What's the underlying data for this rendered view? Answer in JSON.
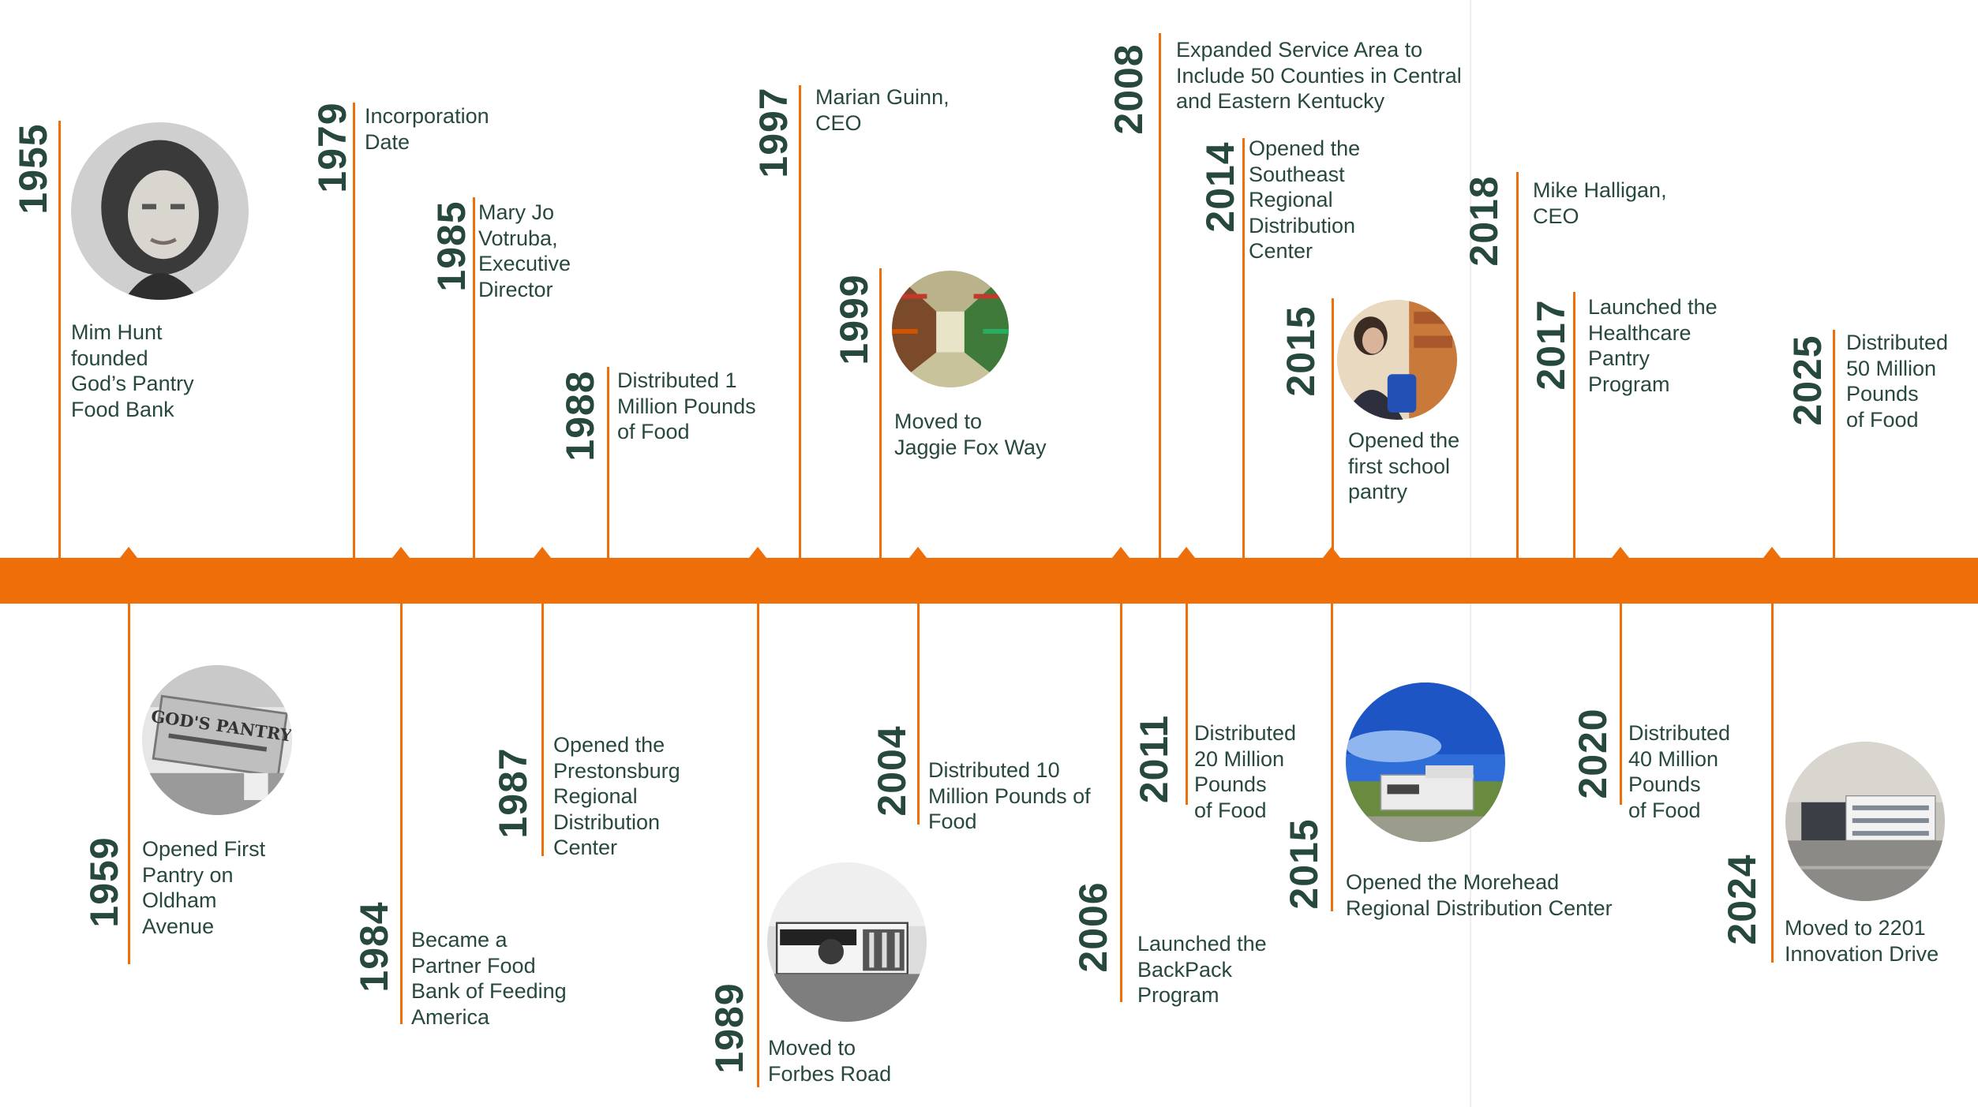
{
  "colors": {
    "accent": "#ee6f0a",
    "text": "#27483d",
    "background": "#ffffff"
  },
  "milestones": {
    "m1955": {
      "year": "1955",
      "text": "Mim Hunt\nfounded\nGod’s Pantry\nFood Bank"
    },
    "m1959": {
      "year": "1959",
      "text": "Opened First\nPantry on\nOldham\nAvenue"
    },
    "m1979": {
      "year": "1979",
      "text": "Incorporation\nDate"
    },
    "m1984": {
      "year": "1984",
      "text": "Became a\nPartner Food\nBank of Feeding\nAmerica"
    },
    "m1985": {
      "year": "1985",
      "text": "Mary Jo\nVotruba,\nExecutive\nDirector"
    },
    "m1987": {
      "year": "1987",
      "text": "Opened the\nPrestonsburg\nRegional\nDistribution\nCenter"
    },
    "m1988": {
      "year": "1988",
      "text": "Distributed 1\nMillion Pounds\nof Food"
    },
    "m1989": {
      "year": "1989",
      "text": "Moved to\nForbes Road"
    },
    "m1997": {
      "year": "1997",
      "text": "Marian Guinn,\nCEO"
    },
    "m1999": {
      "year": "1999",
      "text": "Moved to\nJaggie Fox Way"
    },
    "m2004": {
      "year": "2004",
      "text": "Distributed 10\nMillion Pounds of\nFood"
    },
    "m2006": {
      "year": "2006",
      "text": "Launched the\nBackPack\nProgram"
    },
    "m2008": {
      "year": "2008",
      "text": "Expanded Service Area to\nInclude 50 Counties in Central\nand Eastern Kentucky"
    },
    "m2011": {
      "year": "2011",
      "text": "Distributed\n20 Million\nPounds\nof Food"
    },
    "m2014": {
      "year": "2014",
      "text": "Opened the\nSoutheast\nRegional\nDistribution\nCenter"
    },
    "m2015a": {
      "year": "2015",
      "text": "Opened the\nfirst school\npantry"
    },
    "m2015b": {
      "year": "2015",
      "text": "Opened the Morehead\nRegional Distribution Center"
    },
    "m2017": {
      "year": "2017",
      "text": "Launched the\nHealthcare\nPantry\nProgram"
    },
    "m2018": {
      "year": "2018",
      "text": "Mike Halligan,\nCEO"
    },
    "m2020": {
      "year": "2020",
      "text": "Distributed\n40 Million\nPounds\nof Food"
    },
    "m2024": {
      "year": "2024",
      "text": "Moved to 2201\nInnovation Drive"
    },
    "m2025": {
      "year": "2025",
      "text": "Distributed\n50 Million\nPounds\nof Food"
    }
  },
  "photos": {
    "m1955": "portrait-photo",
    "m1959": "gods-pantry-sign-photo",
    "m1989": "forbes-road-building-photo",
    "m1999": "warehouse-aisle-photo",
    "m2015a": "school-pantry-photo",
    "m2015b": "morehead-center-photo",
    "m2024": "innovation-drive-building-photo"
  },
  "photo_sign_text": "GOD'S PANTRY"
}
